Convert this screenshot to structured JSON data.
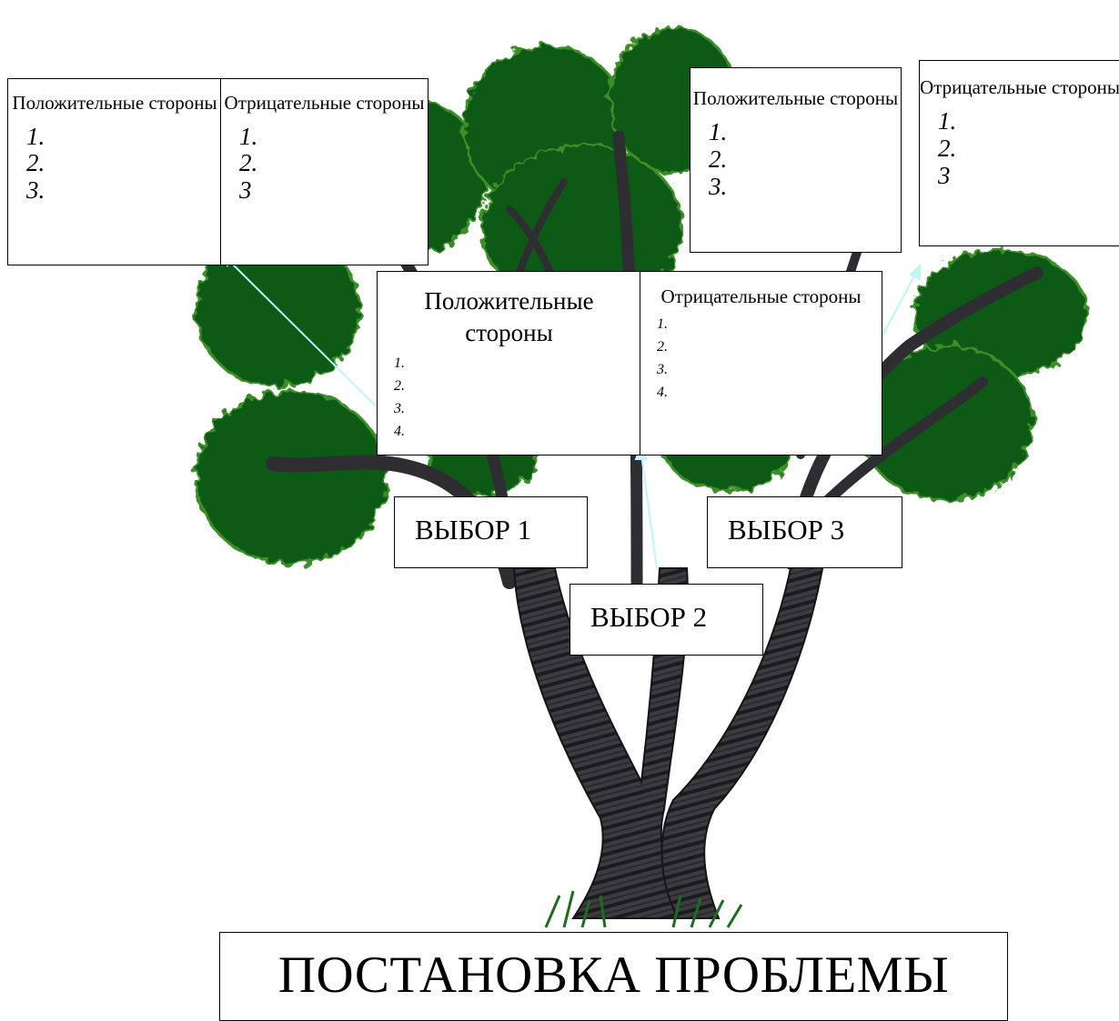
{
  "colors": {
    "foliage_dark": "#0f5a13",
    "foliage_edge": "#3a8f25",
    "trunk": "#3a3a3e",
    "trunk_stripe": "#1c1c1e",
    "arrow": "#bff5f5",
    "grass": "#1c6e1c"
  },
  "choices": [
    {
      "label": "ВЫБОР 1"
    },
    {
      "label": "ВЫБОР 2"
    },
    {
      "label": "ВЫБОР 3"
    }
  ],
  "boxes": {
    "top_left": {
      "positive": {
        "heading": "Положительные стороны",
        "items": [
          "1.",
          "2.",
          "3."
        ]
      },
      "negative": {
        "heading": "Отрицательные стороны",
        "items": [
          "1.",
          "2.",
          "3"
        ]
      }
    },
    "top_right": {
      "positive": {
        "heading": "Положительные стороны",
        "items": [
          "1.",
          "2.",
          "3."
        ]
      },
      "negative": {
        "heading": "Отрицательные стороны",
        "items": [
          "1.",
          "2.",
          "3"
        ]
      }
    },
    "middle": {
      "positive": {
        "heading": "Положительные стороны",
        "items": [
          "1.",
          "2.",
          "3.",
          "4."
        ]
      },
      "negative": {
        "heading": "Отрицательные стороны",
        "items": [
          "1.",
          "2.",
          "3.",
          "4."
        ]
      }
    }
  },
  "problem": {
    "label": "ПОСТАНОВКА ПРОБЛЕМЫ"
  }
}
